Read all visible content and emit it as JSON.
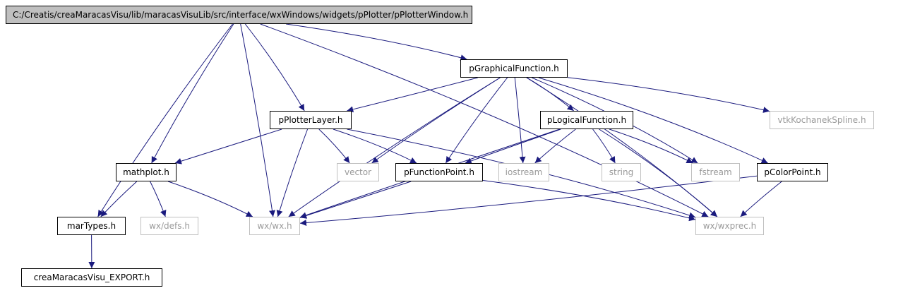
{
  "diagram": {
    "colors": {
      "edge": "#1a1a7e",
      "root_fill": "#bfbfbf",
      "internal_border": "#000000",
      "external_border": "#bfbfbf",
      "external_text": "#9a9a9a"
    },
    "nodes": {
      "root": {
        "label": "C:/Creatis/creaMaracasVisu/lib/maracasVisuLib/src/interface/wxWindows/widgets/pPlotter/pPlotterWindow.h",
        "kind": "root"
      },
      "pGraphicalFunction": {
        "label": "pGraphicalFunction.h",
        "kind": "internal"
      },
      "pPlotterLayer": {
        "label": "pPlotterLayer.h",
        "kind": "internal"
      },
      "pLogicalFunction": {
        "label": "pLogicalFunction.h",
        "kind": "internal"
      },
      "vtkKochanekSpline": {
        "label": "vtkKochanekSpline.h",
        "kind": "external"
      },
      "mathplot": {
        "label": "mathplot.h",
        "kind": "internal"
      },
      "vector": {
        "label": "vector",
        "kind": "external"
      },
      "pFunctionPoint": {
        "label": "pFunctionPoint.h",
        "kind": "internal"
      },
      "iostream": {
        "label": "iostream",
        "kind": "external"
      },
      "string": {
        "label": "string",
        "kind": "external"
      },
      "fstream": {
        "label": "fstream",
        "kind": "external"
      },
      "pColorPoint": {
        "label": "pColorPoint.h",
        "kind": "internal"
      },
      "marTypes": {
        "label": "marTypes.h",
        "kind": "internal"
      },
      "wxdefs": {
        "label": "wx/defs.h",
        "kind": "external"
      },
      "wxwx": {
        "label": "wx/wx.h",
        "kind": "external"
      },
      "wxprec": {
        "label": "wx/wxprec.h",
        "kind": "external"
      },
      "export": {
        "label": "creaMaracasVisu_EXPORT.h",
        "kind": "internal"
      }
    },
    "edges": [
      [
        "root",
        "pGraphicalFunction"
      ],
      [
        "root",
        "pPlotterLayer"
      ],
      [
        "root",
        "mathplot"
      ],
      [
        "root",
        "marTypes"
      ],
      [
        "root",
        "wxwx"
      ],
      [
        "root",
        "wxprec"
      ],
      [
        "pGraphicalFunction",
        "pPlotterLayer"
      ],
      [
        "pGraphicalFunction",
        "pLogicalFunction"
      ],
      [
        "pGraphicalFunction",
        "vtkKochanekSpline"
      ],
      [
        "pGraphicalFunction",
        "vector"
      ],
      [
        "pGraphicalFunction",
        "pFunctionPoint"
      ],
      [
        "pGraphicalFunction",
        "iostream"
      ],
      [
        "pGraphicalFunction",
        "fstream"
      ],
      [
        "pGraphicalFunction",
        "pColorPoint"
      ],
      [
        "pGraphicalFunction",
        "wxwx"
      ],
      [
        "pGraphicalFunction",
        "wxprec"
      ],
      [
        "pPlotterLayer",
        "mathplot"
      ],
      [
        "pPlotterLayer",
        "vector"
      ],
      [
        "pPlotterLayer",
        "pFunctionPoint"
      ],
      [
        "pPlotterLayer",
        "wxwx"
      ],
      [
        "pPlotterLayer",
        "wxprec"
      ],
      [
        "pLogicalFunction",
        "pFunctionPoint"
      ],
      [
        "pLogicalFunction",
        "iostream"
      ],
      [
        "pLogicalFunction",
        "string"
      ],
      [
        "pLogicalFunction",
        "fstream"
      ],
      [
        "pLogicalFunction",
        "wxwx"
      ],
      [
        "pLogicalFunction",
        "wxprec"
      ],
      [
        "mathplot",
        "marTypes"
      ],
      [
        "mathplot",
        "wxdefs"
      ],
      [
        "mathplot",
        "wxwx"
      ],
      [
        "pFunctionPoint",
        "wxwx"
      ],
      [
        "pFunctionPoint",
        "wxprec"
      ],
      [
        "pColorPoint",
        "wxwx"
      ],
      [
        "pColorPoint",
        "wxprec"
      ],
      [
        "marTypes",
        "export"
      ]
    ]
  }
}
